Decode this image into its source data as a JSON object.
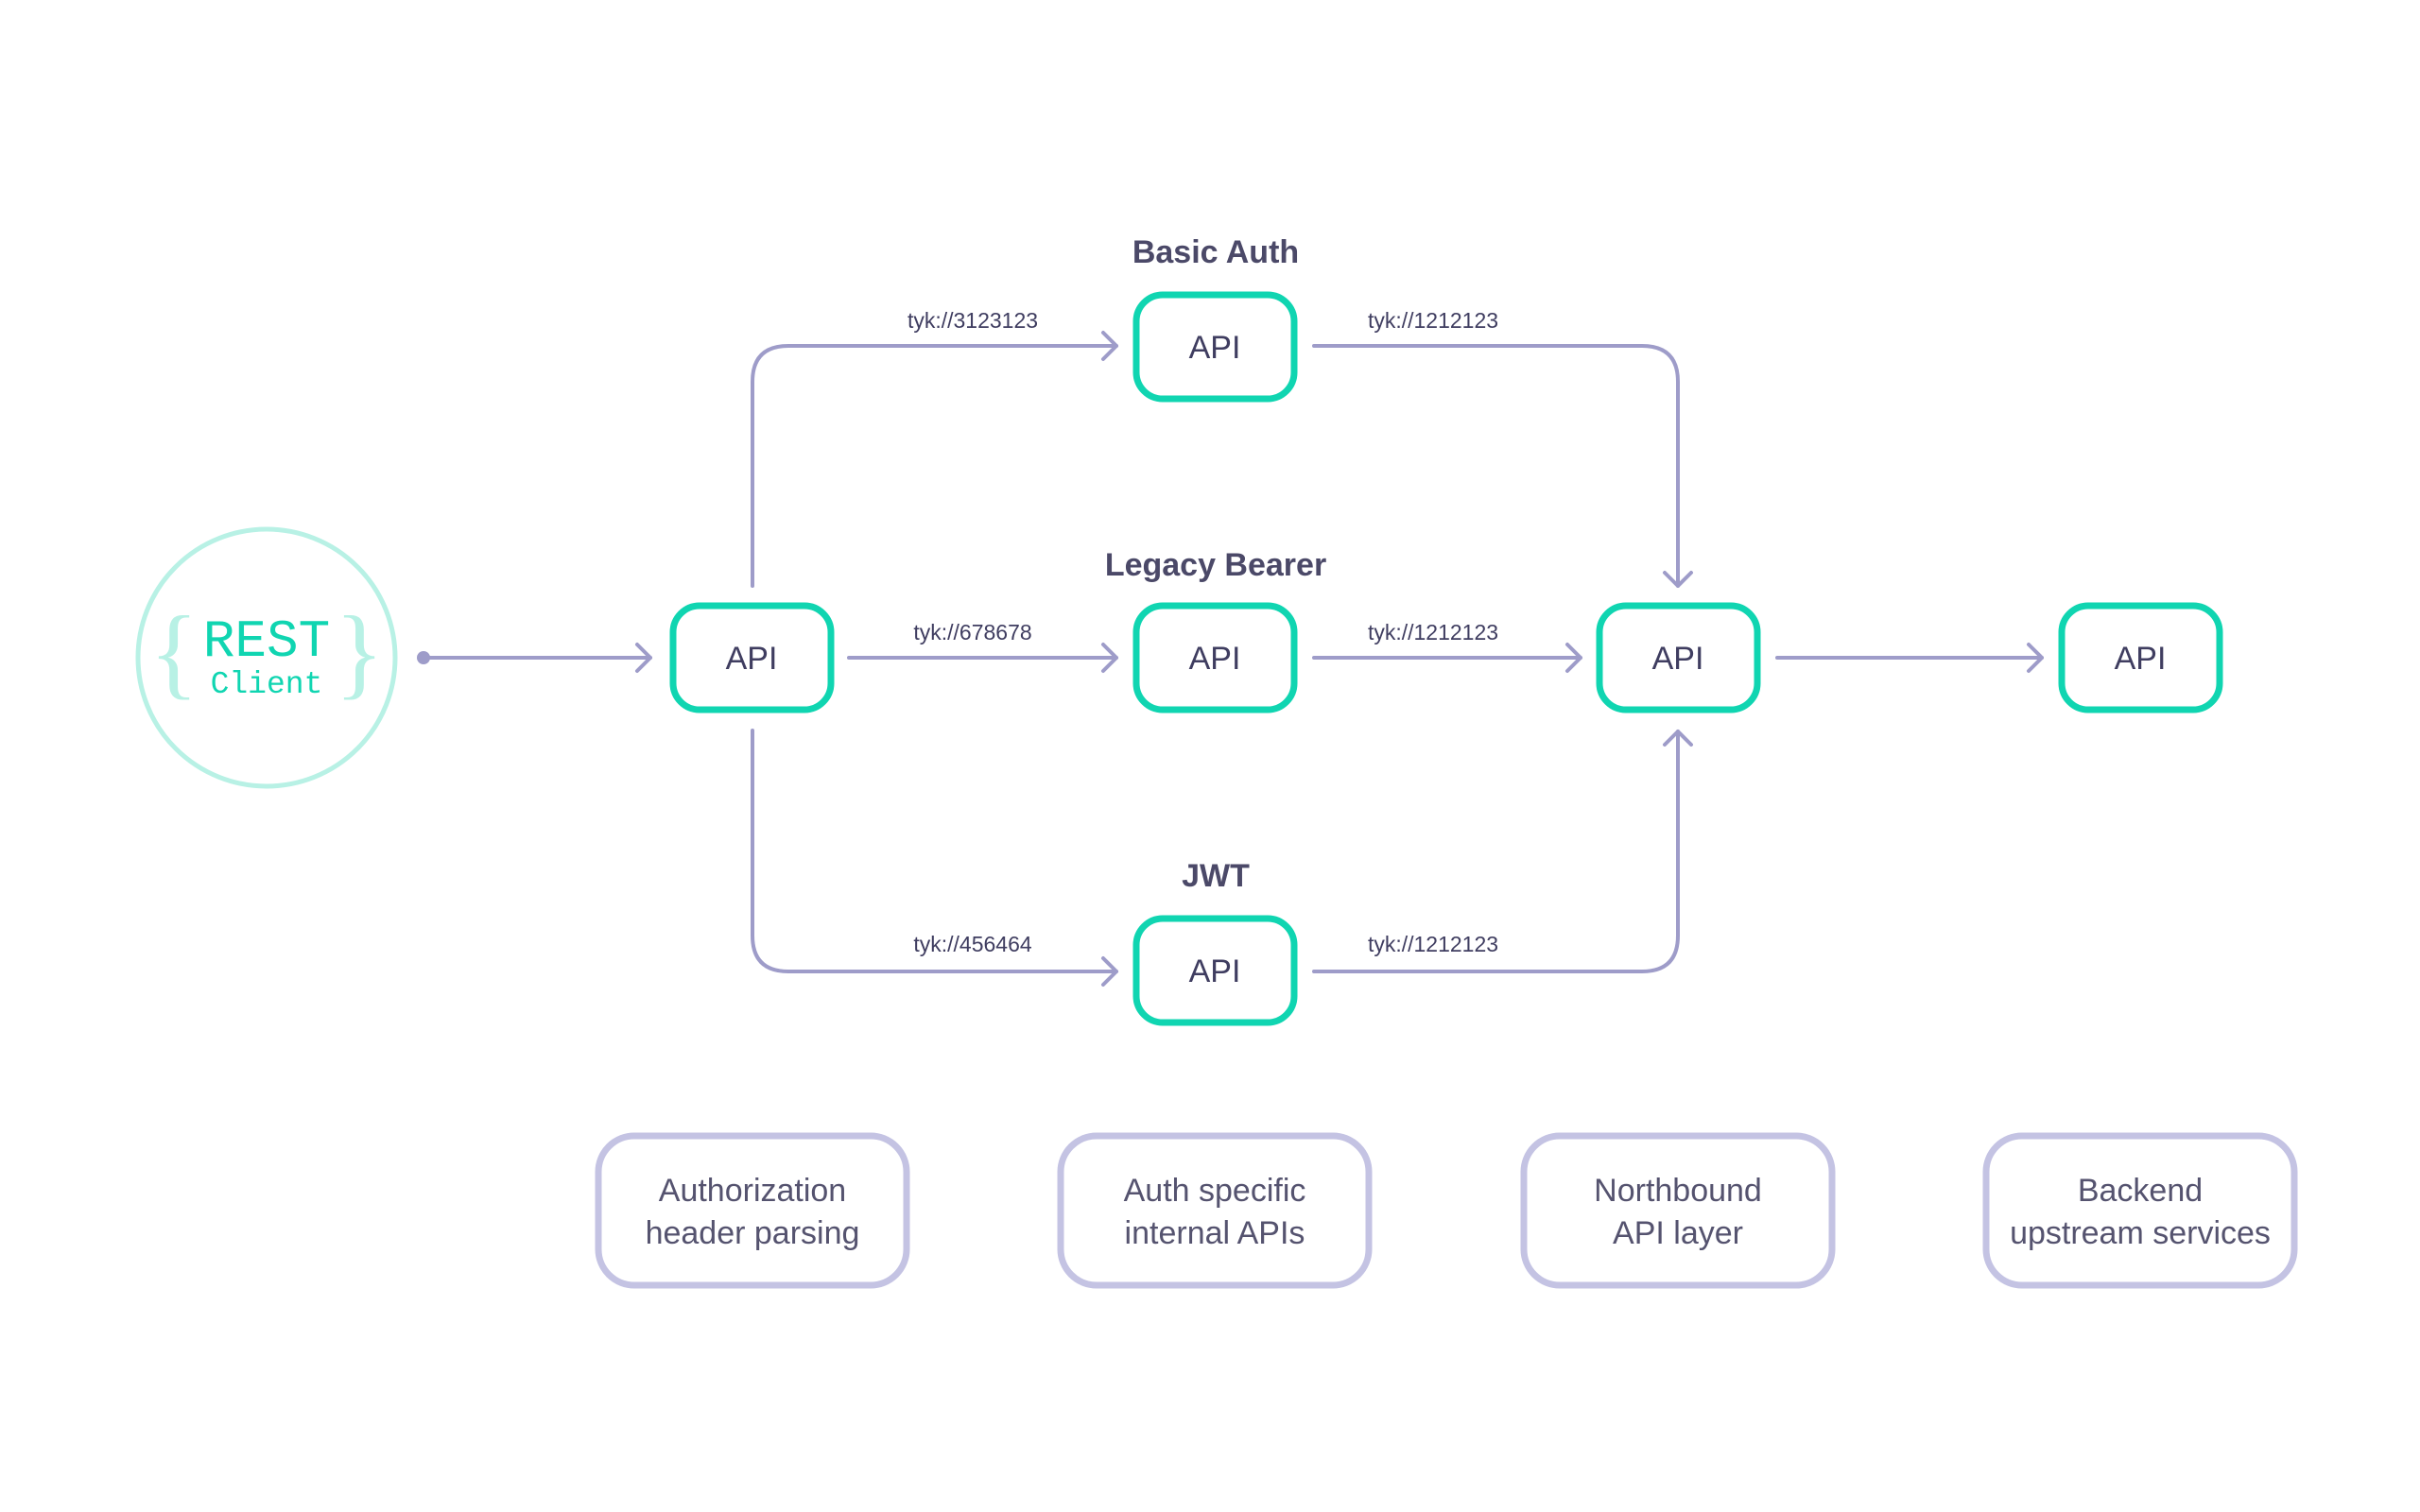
{
  "client": {
    "title": "REST",
    "subtitle": "Client",
    "brace_left": "{",
    "brace_right": "}"
  },
  "groups": {
    "basic_auth": "Basic Auth",
    "legacy_bearer": "Legacy Bearer",
    "jwt": "JWT"
  },
  "nodes": {
    "entry": "API",
    "basic_auth": "API",
    "legacy_bearer": "API",
    "jwt": "API",
    "northbound": "API",
    "backend": "API"
  },
  "routes": {
    "to_basic_auth": "tyk://3123123",
    "to_legacy_bearer": "tyk://678678",
    "to_jwt": "tyk://456464",
    "basic_auth_out": "tyk://1212123",
    "legacy_bearer_out": "tyk://1212123",
    "jwt_out": "tyk://1212123"
  },
  "legend": {
    "authorization": [
      "Authorization",
      "header parsing"
    ],
    "auth_specific": [
      "Auth specific",
      "internal APIs"
    ],
    "northbound": [
      "Northbound",
      "API layer"
    ],
    "backend": [
      "Backend",
      "upstream services"
    ]
  },
  "colors": {
    "accent": "#10d5b1",
    "connector": "#9e9cc9",
    "legend_border": "#c4c3e3",
    "text": "#3f3d60"
  }
}
